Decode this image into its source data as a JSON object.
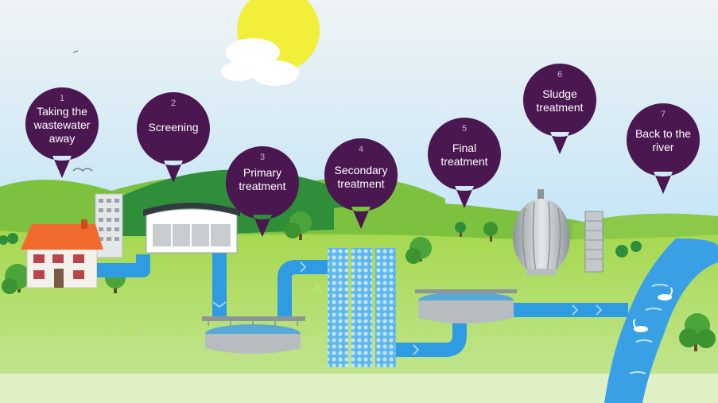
{
  "steps": [
    {
      "number": "1",
      "label": "Taking the wastewater away"
    },
    {
      "number": "2",
      "label": "Screening"
    },
    {
      "number": "3",
      "label": "Primary treatment"
    },
    {
      "number": "4",
      "label": "Secondary treatment"
    },
    {
      "number": "5",
      "label": "Final treatment"
    },
    {
      "number": "6",
      "label": "Sludge treatment"
    },
    {
      "number": "7",
      "label": "Back to the river"
    }
  ],
  "colors": {
    "pin": "#4a1750",
    "sky_top": "#c9e7f6",
    "grass": "#9fd552",
    "hill_dark": "#2f8e3a",
    "water": "#2f9be0",
    "river": "#3aa0e6",
    "sun": "#f2ef3a",
    "roof": "#ef6a2c"
  }
}
